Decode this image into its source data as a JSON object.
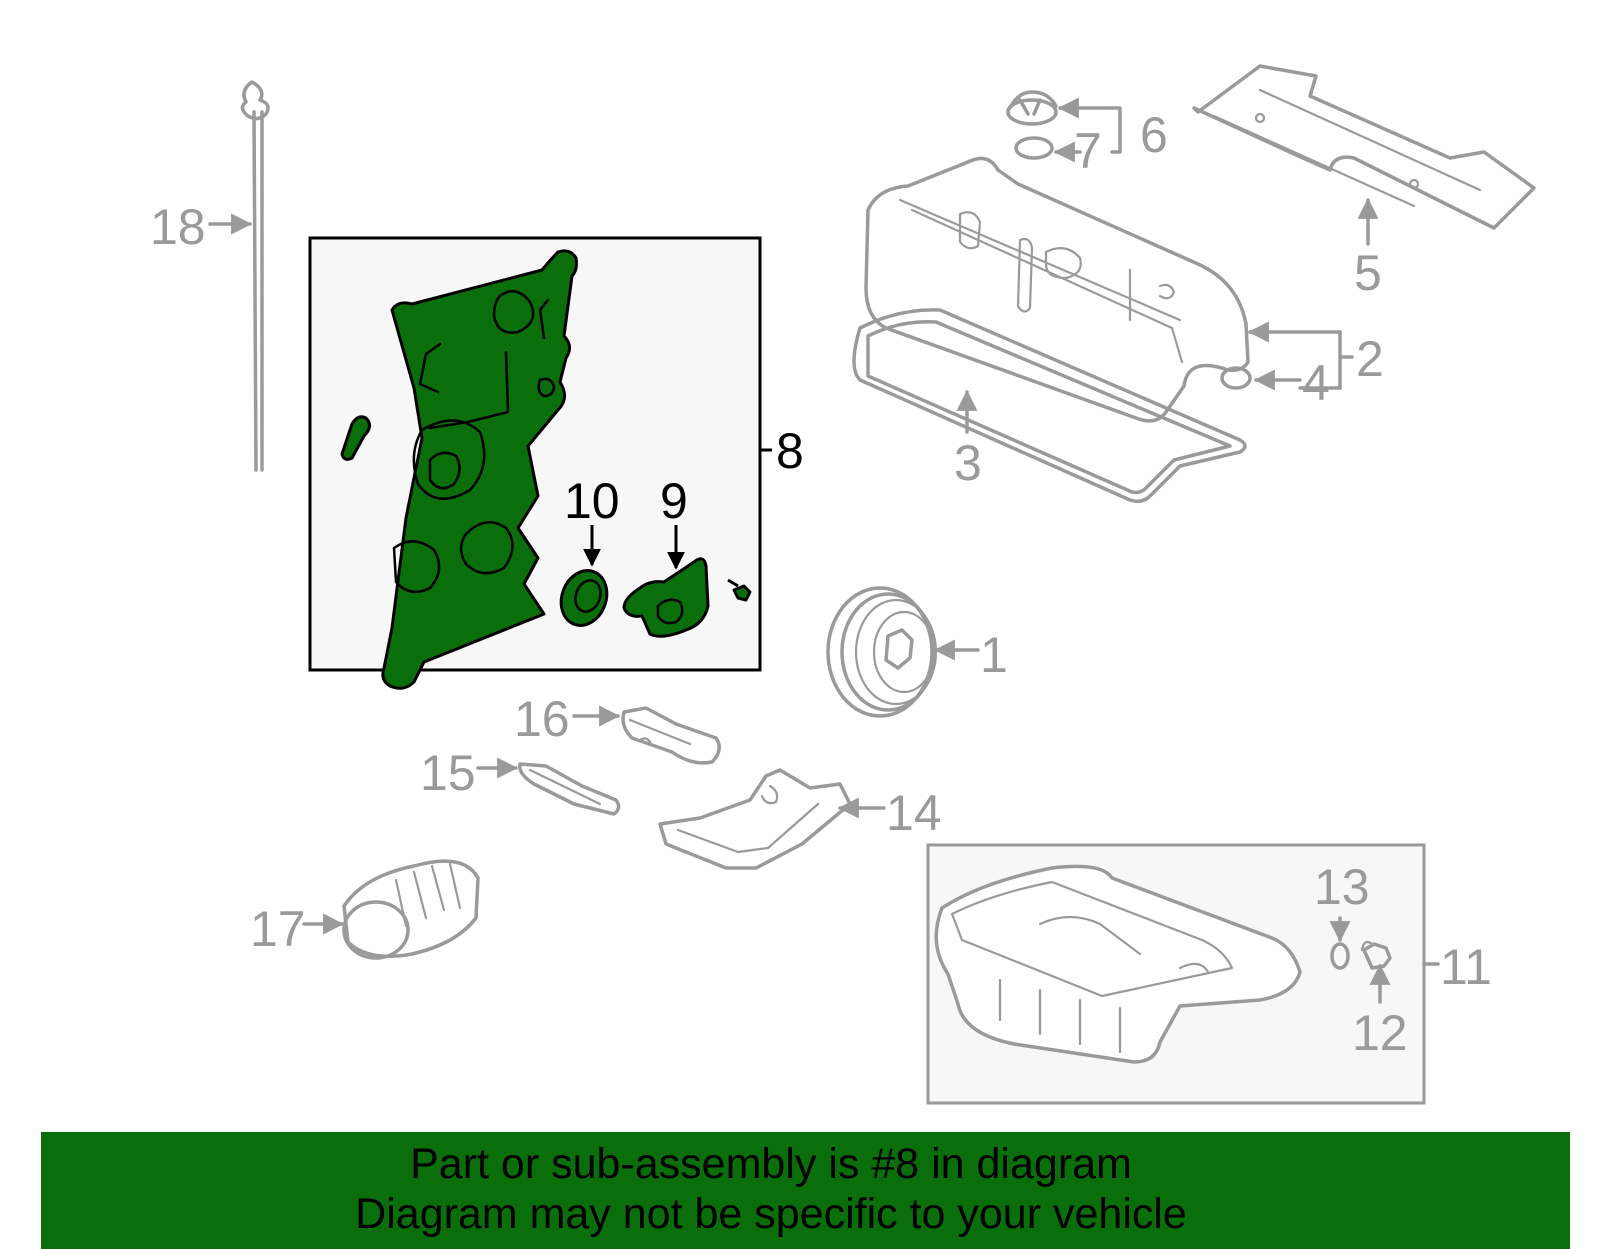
{
  "callouts": {
    "c1": "1",
    "c2": "2",
    "c3": "3",
    "c4": "4",
    "c5": "5",
    "c6": "6",
    "c7": "7",
    "c8": "8",
    "c9": "9",
    "c10": "10",
    "c11": "11",
    "c12": "12",
    "c13": "13",
    "c14": "14",
    "c15": "15",
    "c16": "16",
    "c17": "17",
    "c18": "18"
  },
  "highlighted_part": "8",
  "colors": {
    "highlight": "#0a6e0a",
    "line_gray": "#9a9a9a",
    "box_fill": "#f7f7f7",
    "banner": "#0a6e0a"
  },
  "banner": {
    "line1": "Part or sub-assembly is #8 in diagram",
    "line2": "Diagram may not be specific to your vehicle"
  }
}
